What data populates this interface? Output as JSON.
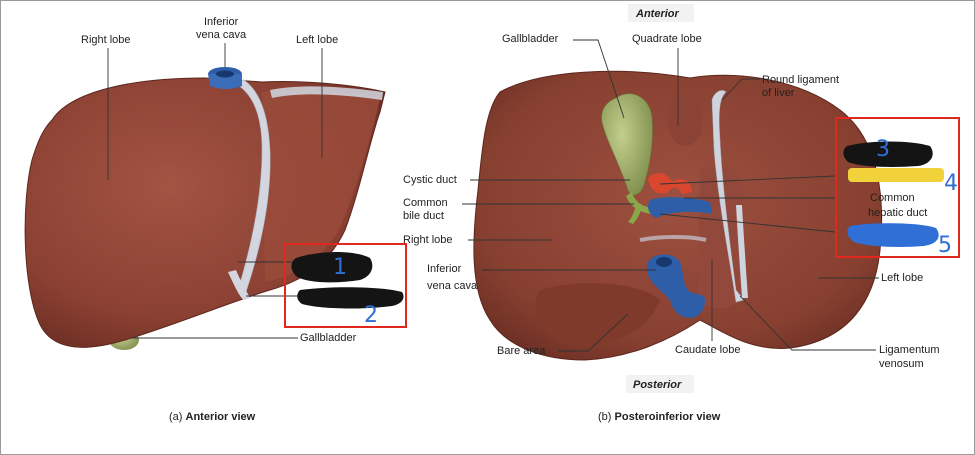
{
  "colors": {
    "liver": "#8f4434",
    "liver_dark": "#6e3024",
    "ligament": "#c8ccd6",
    "vein_blue": "#2f5ea8",
    "gallbladder": "#9aa86a",
    "artery_red": "#d9472e",
    "highlight_box": "#e0281f",
    "redaction": "#141414",
    "highlight_yellow": "#f2d23a",
    "annotation_blue": "#2f6fd6",
    "frame": "#9a9a9a"
  },
  "panel_a": {
    "labels": {
      "right_lobe": "Right lobe",
      "inferior_vena_cava_1": "Inferior",
      "inferior_vena_cava_2": "vena cava",
      "left_lobe": "Left lobe",
      "gallbladder": "Gallbladder"
    },
    "caption_prefix": "(a)",
    "caption_bold": "Anterior view",
    "annotations": [
      "1",
      "2"
    ]
  },
  "panel_b": {
    "orientation_top": "Anterior",
    "orientation_bottom": "Posterior",
    "labels": {
      "gallbladder": "Gallbladder",
      "quadrate_lobe": "Quadrate lobe",
      "round_ligament_1": "Round ligament",
      "round_ligament_2": "of liver",
      "cystic_duct": "Cystic duct",
      "common_bile_duct_1": "Common",
      "common_bile_duct_2": "bile duct",
      "right_lobe": "Right lobe",
      "inferior_vena_cava_1": "Inferior",
      "inferior_vena_cava_2": "vena cava",
      "common_hepatic_duct_1": "Common",
      "common_hepatic_duct_2": "hepatic duct",
      "left_lobe": "Left lobe",
      "bare_area": "Bare area",
      "caudate_lobe": "Caudate lobe",
      "ligamentum_venosum_1": "Ligamentum",
      "ligamentum_venosum_2": "venosum"
    },
    "caption_prefix": "(b)",
    "caption_bold": "Posteroinferior view",
    "annotations": [
      "3",
      "4",
      "5"
    ]
  }
}
